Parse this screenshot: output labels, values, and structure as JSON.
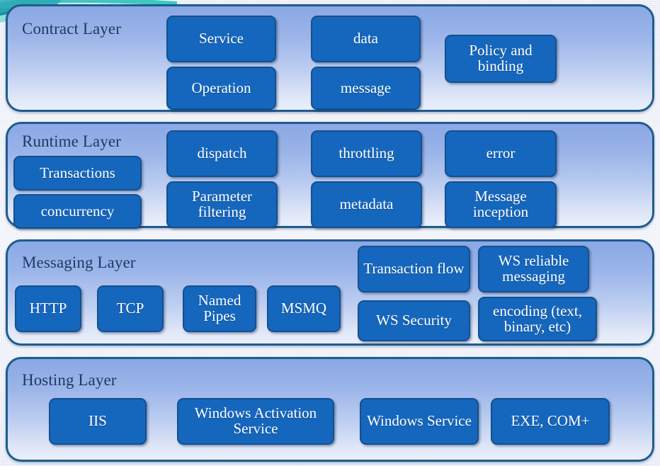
{
  "slide": {
    "decor": {
      "corner_swoosh": "teal-swoosh-decoration"
    },
    "layers": [
      {
        "id": "contract",
        "title": "Contract Layer",
        "nodes": [
          {
            "name": "service",
            "label": "Service"
          },
          {
            "name": "operation",
            "label": "Operation"
          },
          {
            "name": "data",
            "label": "data"
          },
          {
            "name": "message",
            "label": "message"
          },
          {
            "name": "policy-and-binding",
            "label": "Policy and binding"
          }
        ]
      },
      {
        "id": "runtime",
        "title": "Runtime Layer",
        "nodes": [
          {
            "name": "transactions",
            "label": "Transactions"
          },
          {
            "name": "concurrency",
            "label": "concurrency"
          },
          {
            "name": "dispatch",
            "label": "dispatch"
          },
          {
            "name": "parameter-filtering",
            "label": "Parameter filtering"
          },
          {
            "name": "throttling",
            "label": "throttling"
          },
          {
            "name": "metadata",
            "label": "metadata"
          },
          {
            "name": "error",
            "label": "error"
          },
          {
            "name": "message-inception",
            "label": "Message inception"
          }
        ]
      },
      {
        "id": "messaging",
        "title": "Messaging Layer",
        "nodes": [
          {
            "name": "http",
            "label": "HTTP"
          },
          {
            "name": "tcp",
            "label": "TCP"
          },
          {
            "name": "named-pipes",
            "label": "Named Pipes"
          },
          {
            "name": "msmq",
            "label": "MSMQ"
          },
          {
            "name": "transaction-flow",
            "label": "Transaction flow"
          },
          {
            "name": "ws-security",
            "label": "WS Security"
          },
          {
            "name": "ws-reliable-messaging",
            "label": "WS reliable messaging"
          },
          {
            "name": "encoding",
            "label": "encoding (text, binary, etc)"
          }
        ]
      },
      {
        "id": "hosting",
        "title": "Hosting Layer",
        "nodes": [
          {
            "name": "iis",
            "label": "IIS"
          },
          {
            "name": "windows-activation-service",
            "label": "Windows Activation Service"
          },
          {
            "name": "windows-service",
            "label": "Windows Service"
          },
          {
            "name": "exe-com-plus",
            "label": "EXE, COM+"
          }
        ]
      }
    ]
  },
  "colors": {
    "node_fill": "#1566bd",
    "node_border": "#14508f",
    "panel_border": "#1f5c8e",
    "panel_top": "#8aa8e4",
    "panel_bottom": "#eaeffb",
    "title_text": "#1f3a63",
    "node_text": "#ffffff",
    "swoosh_teal": "#2fb8b8",
    "background": "#e9ecf6"
  }
}
